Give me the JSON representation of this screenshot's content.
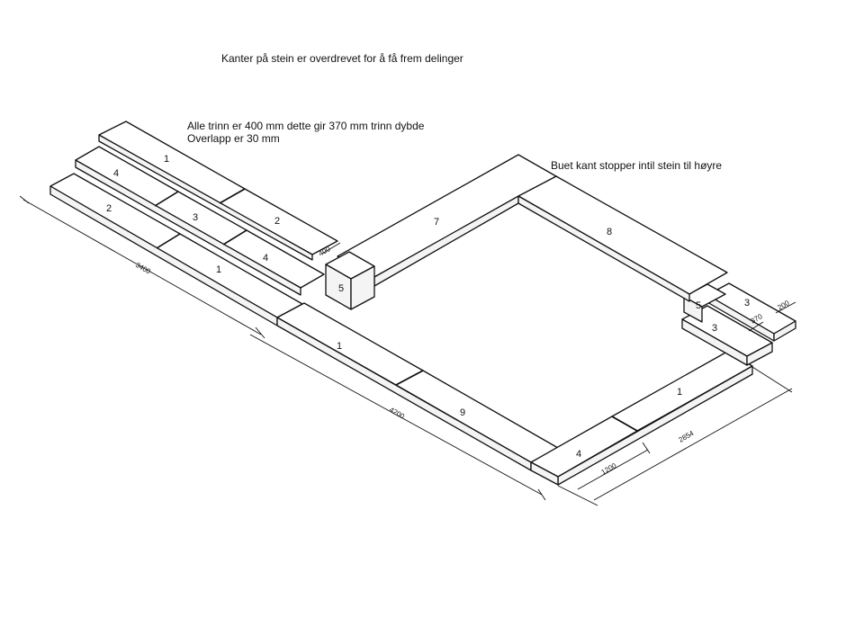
{
  "notes": {
    "top_note": "Kanter på stein er overdrevet for å få frem delinger",
    "step_note_line1": "Alle trinn er 400 mm dette gir 370 mm trinn dybde",
    "step_note_line2": "Overlapp er 30 mm",
    "curve_note": "Buet kant stopper intil stein til høyre"
  },
  "stone_labels": {
    "upper_step_1": "1",
    "upper_step_2": "2",
    "middle_step_4": "4",
    "middle_step_3": "3",
    "middle_step_4b": "4",
    "lower_step_2": "2",
    "lower_step_1": "1",
    "corner_5_left": "5",
    "back_7": "7",
    "right_8": "8",
    "corner_5_right": "5",
    "right_step_3_top": "3",
    "right_step_3_bottom": "3",
    "front_1": "1",
    "front_9": "9",
    "front_4": "4",
    "right_front_1": "1"
  },
  "dimensions": {
    "left_length": "3400",
    "front_length": "4200",
    "step_width": "400",
    "right_step_370": "370",
    "right_step_200": "200",
    "front_right_1200": "1200",
    "front_right_2854": "2854"
  }
}
